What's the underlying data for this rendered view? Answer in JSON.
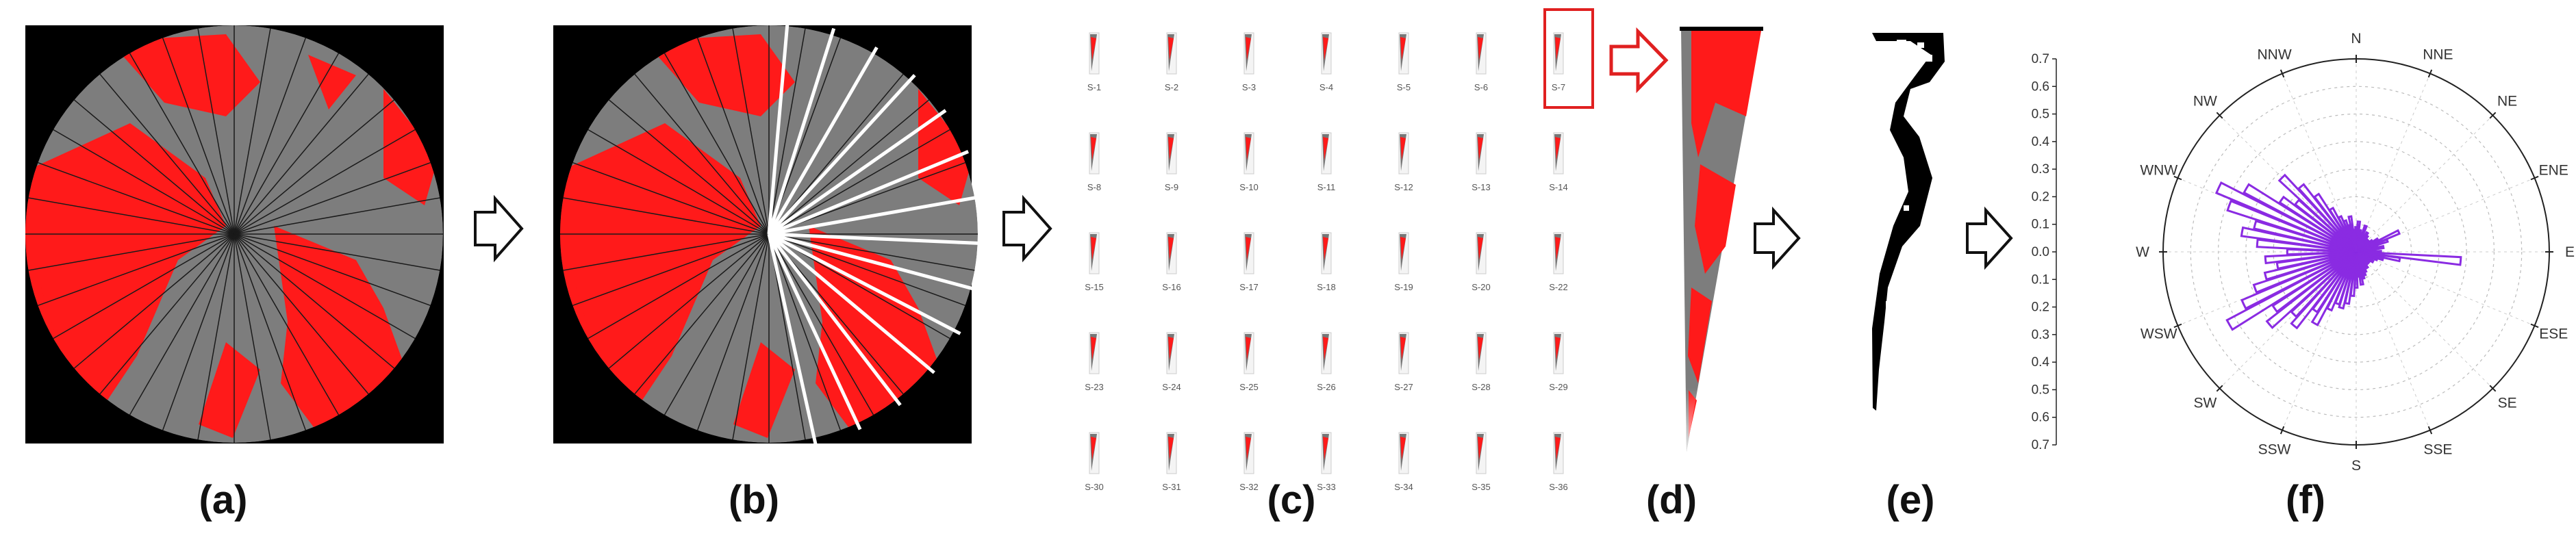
{
  "colors": {
    "background": "#ffffff",
    "panel_black": "#000000",
    "gray_surface": "#7d7d7d",
    "red_mask": "#ff1a1a",
    "black_mask": "#000000",
    "rose_bar": "#8a2be2",
    "highlight_box": "#e02020",
    "arrow_stroke": "#111111"
  },
  "captions": {
    "a": "(a)",
    "b": "(b)",
    "c": "(c)",
    "d": "(d)",
    "e": "(e)",
    "f": "(f)"
  },
  "panel_c": {
    "tile_labels": [
      [
        "S-1",
        "S-2",
        "S-3",
        "S-4",
        "S-5",
        "S-6",
        "S-7"
      ],
      [
        "S-8",
        "S-9",
        "S-10",
        "S-11",
        "S-12",
        "S-13",
        "S-14"
      ],
      [
        "S-15",
        "S-16",
        "S-17",
        "S-18",
        "S-19",
        "S-20",
        "S-22"
      ],
      [
        "S-23",
        "S-24",
        "S-25",
        "S-26",
        "S-27",
        "S-28",
        "S-29"
      ],
      [
        "S-30",
        "S-31",
        "S-32",
        "S-33",
        "S-34",
        "S-35",
        "S-36"
      ]
    ],
    "highlighted_tile": "S-7"
  },
  "chart_data": {
    "type": "polar-bar",
    "directions": [
      "N",
      "NNE",
      "NE",
      "ENE",
      "E",
      "ESE",
      "SE",
      "SSE",
      "S",
      "SSW",
      "SW",
      "WSW",
      "W",
      "WNW",
      "NW",
      "NNW"
    ],
    "radial_ticks": [
      "0.7",
      "0.6",
      "0.5",
      "0.4",
      "0.3",
      "0.2",
      "0.1",
      "0.0",
      "0.1",
      "0.2",
      "0.3",
      "0.4",
      "0.5",
      "0.6",
      "0.7"
    ],
    "rmax": 0.7,
    "rings": [
      0.1,
      0.2,
      0.3,
      0.4,
      0.5,
      0.6,
      0.7
    ],
    "grid": true,
    "bar_color": "#8a2be2",
    "bin_width_deg": 5,
    "bins": [
      {
        "az": 0,
        "r": 0.09
      },
      {
        "az": 5,
        "r": 0.11
      },
      {
        "az": 10,
        "r": 0.08
      },
      {
        "az": 15,
        "r": 0.07
      },
      {
        "az": 20,
        "r": 0.1
      },
      {
        "az": 25,
        "r": 0.06
      },
      {
        "az": 30,
        "r": 0.08
      },
      {
        "az": 35,
        "r": 0.07
      },
      {
        "az": 40,
        "r": 0.05
      },
      {
        "az": 45,
        "r": 0.06
      },
      {
        "az": 50,
        "r": 0.05
      },
      {
        "az": 55,
        "r": 0.07
      },
      {
        "az": 60,
        "r": 0.09
      },
      {
        "az": 65,
        "r": 0.17
      },
      {
        "az": 70,
        "r": 0.12
      },
      {
        "az": 75,
        "r": 0.08
      },
      {
        "az": 80,
        "r": 0.1
      },
      {
        "az": 85,
        "r": 0.07
      },
      {
        "az": 90,
        "r": 0.09
      },
      {
        "az": 95,
        "r": 0.38
      },
      {
        "az": 100,
        "r": 0.16
      },
      {
        "az": 105,
        "r": 0.1
      },
      {
        "az": 110,
        "r": 0.08
      },
      {
        "az": 115,
        "r": 0.06
      },
      {
        "az": 120,
        "r": 0.07
      },
      {
        "az": 125,
        "r": 0.05
      },
      {
        "az": 130,
        "r": 0.06
      },
      {
        "az": 135,
        "r": 0.05
      },
      {
        "az": 140,
        "r": 0.06
      },
      {
        "az": 145,
        "r": 0.07
      },
      {
        "az": 150,
        "r": 0.05
      },
      {
        "az": 155,
        "r": 0.08
      },
      {
        "az": 160,
        "r": 0.09
      },
      {
        "az": 165,
        "r": 0.1
      },
      {
        "az": 170,
        "r": 0.12
      },
      {
        "az": 175,
        "r": 0.09
      },
      {
        "az": 180,
        "r": 0.13
      },
      {
        "az": 185,
        "r": 0.16
      },
      {
        "az": 190,
        "r": 0.19
      },
      {
        "az": 195,
        "r": 0.21
      },
      {
        "az": 200,
        "r": 0.2
      },
      {
        "az": 205,
        "r": 0.23
      },
      {
        "az": 210,
        "r": 0.3
      },
      {
        "az": 215,
        "r": 0.26
      },
      {
        "az": 220,
        "r": 0.35
      },
      {
        "az": 225,
        "r": 0.32
      },
      {
        "az": 230,
        "r": 0.41
      },
      {
        "az": 235,
        "r": 0.36
      },
      {
        "az": 240,
        "r": 0.53
      },
      {
        "az": 245,
        "r": 0.45
      },
      {
        "az": 250,
        "r": 0.39
      },
      {
        "az": 255,
        "r": 0.34
      },
      {
        "az": 260,
        "r": 0.29
      },
      {
        "az": 265,
        "r": 0.33
      },
      {
        "az": 270,
        "r": 0.25
      },
      {
        "az": 275,
        "r": 0.36
      },
      {
        "az": 280,
        "r": 0.42
      },
      {
        "az": 285,
        "r": 0.38
      },
      {
        "az": 290,
        "r": 0.49
      },
      {
        "az": 295,
        "r": 0.55
      },
      {
        "az": 300,
        "r": 0.46
      },
      {
        "az": 305,
        "r": 0.33
      },
      {
        "az": 310,
        "r": 0.28
      },
      {
        "az": 315,
        "r": 0.38
      },
      {
        "az": 320,
        "r": 0.31
      },
      {
        "az": 325,
        "r": 0.25
      },
      {
        "az": 330,
        "r": 0.18
      },
      {
        "az": 335,
        "r": 0.14
      },
      {
        "az": 340,
        "r": 0.12
      },
      {
        "az": 345,
        "r": 0.1
      },
      {
        "az": 350,
        "r": 0.13
      },
      {
        "az": 355,
        "r": 0.08
      }
    ]
  }
}
